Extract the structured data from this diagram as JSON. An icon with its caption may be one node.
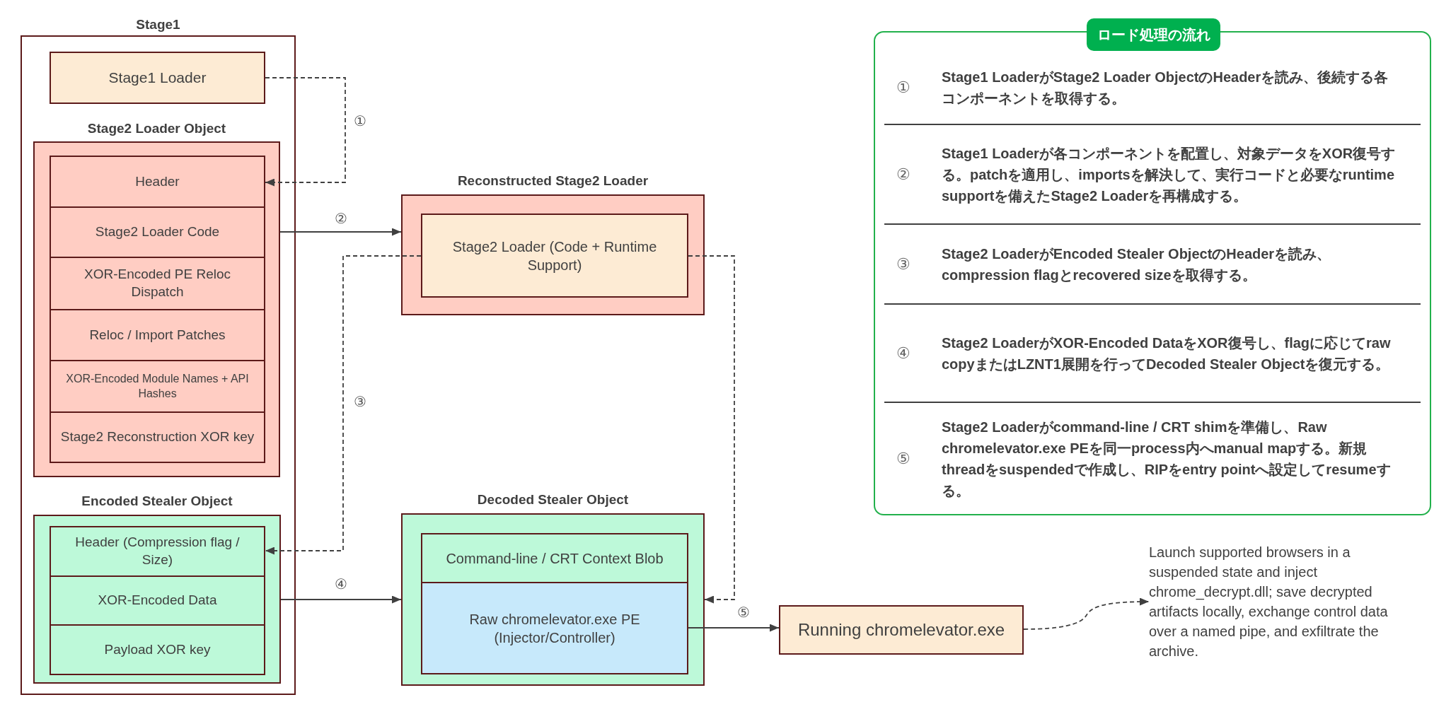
{
  "diagram": {
    "nodes": [
      {
        "text": [
          "Stage1"
        ]
      },
      {
        "text": [
          "Stage1 Loader"
        ],
        "in": 0
      },
      {
        "text": [
          "Stage2 Loader Object"
        ],
        "in": 0
      },
      {
        "text": [
          "Header"
        ],
        "in": 2
      },
      {
        "text": [
          "Stage2 Loader Code"
        ],
        "in": 2
      },
      {
        "text": [
          "XOR-Encoded PE Reloc Dispatch"
        ],
        "in": 2
      },
      {
        "text": [
          "Reloc / Import Patches"
        ],
        "in": 2
      },
      {
        "text": [
          "XOR-Encoded Module Names + API Hashes"
        ],
        "in": 2
      },
      {
        "text": [
          "Stage2 Reconstruction XOR key"
        ],
        "in": 2
      },
      {
        "text": [
          "Encoded Stealer Object"
        ],
        "in": 0
      },
      {
        "text": [
          "Header (Compression flag / Size)"
        ],
        "in": 9
      },
      {
        "text": [
          "XOR-Encoded Data"
        ],
        "in": 9
      },
      {
        "text": [
          "Payload XOR key"
        ],
        "in": 9
      },
      {
        "text": [
          "Reconstructed Stage2 Loader"
        ]
      },
      {
        "text": [
          "Stage2 Loader (Code + Runtime Support)"
        ],
        "in": 13
      },
      {
        "text": [
          "Decoded Stealer Object"
        ]
      },
      {
        "text": [
          "Command-line / CRT Context Blob"
        ],
        "in": 15
      },
      {
        "text": [
          "Raw chromelevator.exe PE (Injector/Controller)"
        ],
        "in": 15
      },
      {
        "text": [
          "Running chromelevator.exe"
        ]
      },
      {
        "text": [
          "Launch supported browsers in a suspended state and inject chrome_decrypt.dll; save decrypted artifacts locally, exchange control data over a named pipe, and exfiltrate the archive."
        ]
      },
      {
        "text": [
          "ロード処理の流れ",
          "①",
          "Stage1 LoaderがStage2 Loader ObjectのHeaderを読み、後続する各コンポーネントを取得する。",
          "②",
          "Stage1 Loaderが各コンポーネントを配置し、対象データをXOR復号する。patchを適用し、importsを解決して、実行コードと必要なruntime supportを備えたStage2 Loaderを再構成する。",
          "③",
          "Stage2 LoaderがEncoded Stealer ObjectのHeaderを読み、compression flagとrecovered sizeを取得する。",
          "④",
          "Stage2 LoaderがXOR-Encoded DataをXOR復号し、flagに応じてraw copyまたはLZNT1展開を行ってDecoded Stealer Objectを復元する。",
          "⑤",
          "Stage2 Loaderがcommand-line / CRT shimを準備し、Raw chromelevator.exe PEを同一process内へmanual mapする。新規threadをsuspendedで作成し、RIPをentry pointへ設定してresumeする。"
        ]
      }
    ],
    "edges": [
      {
        "from": 1,
        "to": 3,
        "arrow": "to",
        "label": "①",
        "style": "dashed"
      },
      {
        "from": 2,
        "to": 13,
        "arrow": "to",
        "label": "②"
      },
      {
        "from": 14,
        "to": 10,
        "arrow": "to",
        "label": "③",
        "style": "dashed"
      },
      {
        "from": 9,
        "to": 15,
        "arrow": "to",
        "label": "④"
      },
      {
        "from": 14,
        "to": 15,
        "arrow": "to",
        "style": "dashed"
      },
      {
        "from": 17,
        "to": 18,
        "arrow": "to",
        "label": "⑤"
      },
      {
        "from": 18,
        "to": 19,
        "arrow": "to",
        "style": "dashed"
      }
    ]
  }
}
